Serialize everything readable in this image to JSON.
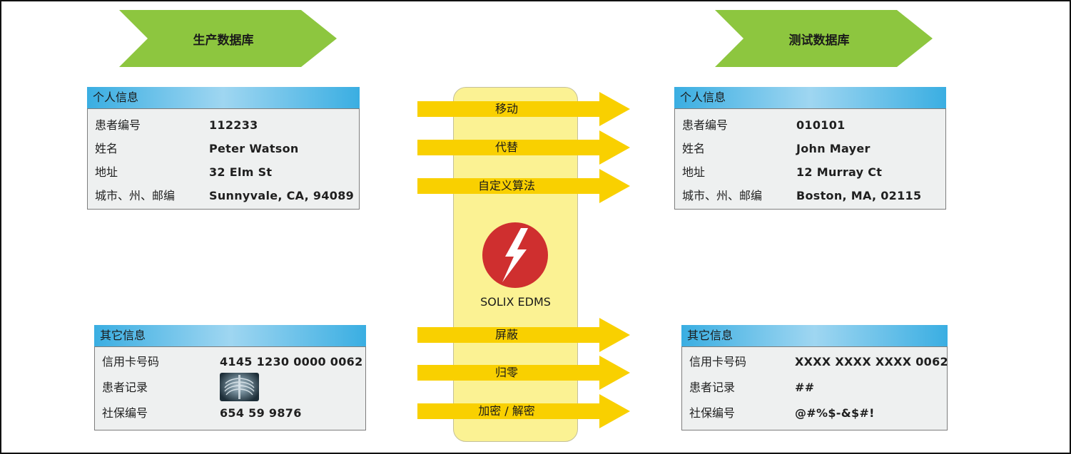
{
  "source": {
    "banner_label": "生产数据库",
    "color": "#8dc63f"
  },
  "target": {
    "banner_label": "测试数据库",
    "color": "#8dc63f"
  },
  "personal_source": {
    "title": "个人信息",
    "rows": [
      {
        "label": "患者编号",
        "value": "112233"
      },
      {
        "label": "姓名",
        "value": "Peter Watson"
      },
      {
        "label": "地址",
        "value": "32 Elm St"
      },
      {
        "label": "城市、州、邮编",
        "value": "Sunnyvale, CA, 94089"
      }
    ]
  },
  "personal_target": {
    "title": "个人信息",
    "rows": [
      {
        "label": "患者编号",
        "value": "010101"
      },
      {
        "label": "姓名",
        "value": "John Mayer"
      },
      {
        "label": "地址",
        "value": "12 Murray Ct"
      },
      {
        "label": "城市、州、邮编",
        "value": "Boston, MA, 02115"
      }
    ]
  },
  "other_source": {
    "title": "其它信息",
    "rows": [
      {
        "label": "信用卡号码",
        "value": "4145 1230 0000 0062"
      },
      {
        "label": "患者记录",
        "value": "",
        "icon": "chest-xray-image"
      },
      {
        "label": "社保编号",
        "value": "654 59 9876"
      }
    ]
  },
  "other_target": {
    "title": "其它信息",
    "rows": [
      {
        "label": "信用卡号码",
        "value": "XXXX XXXX XXXX 0062"
      },
      {
        "label": "患者记录",
        "value": "##"
      },
      {
        "label": "社保编号",
        "value": "@#%$-&$#!"
      }
    ]
  },
  "operations": {
    "top": [
      "移动",
      "代替",
      "自定义算法"
    ],
    "bottom": [
      "屏蔽",
      "归零",
      "加密 / 解密"
    ]
  },
  "center": {
    "product_name": "SOLIX EDMS",
    "logo_icon": "lightning-bolt-icon",
    "logo_color": "#cf2f2f",
    "pillar_color": "#fbf293",
    "arrow_color": "#f9d000",
    "header_color": "#3aaee2"
  }
}
